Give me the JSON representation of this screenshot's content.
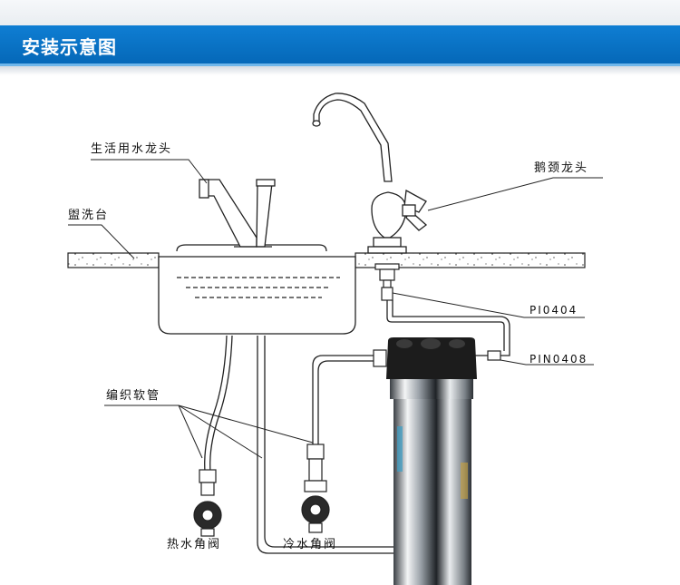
{
  "title": "安装示意图",
  "labels": {
    "kitchen_faucet": "生活用水龙头",
    "basin": "盥洗台",
    "gooseneck_faucet": "鹅颈龙头",
    "fitting_1": "PI0404",
    "fitting_2": "PIN0408",
    "braided_hose": "编织软管",
    "hot_valve": "热水角阀",
    "cold_valve": "冷水角阀"
  },
  "colors": {
    "title_bar": "#0a74c8",
    "line": "#222222"
  }
}
